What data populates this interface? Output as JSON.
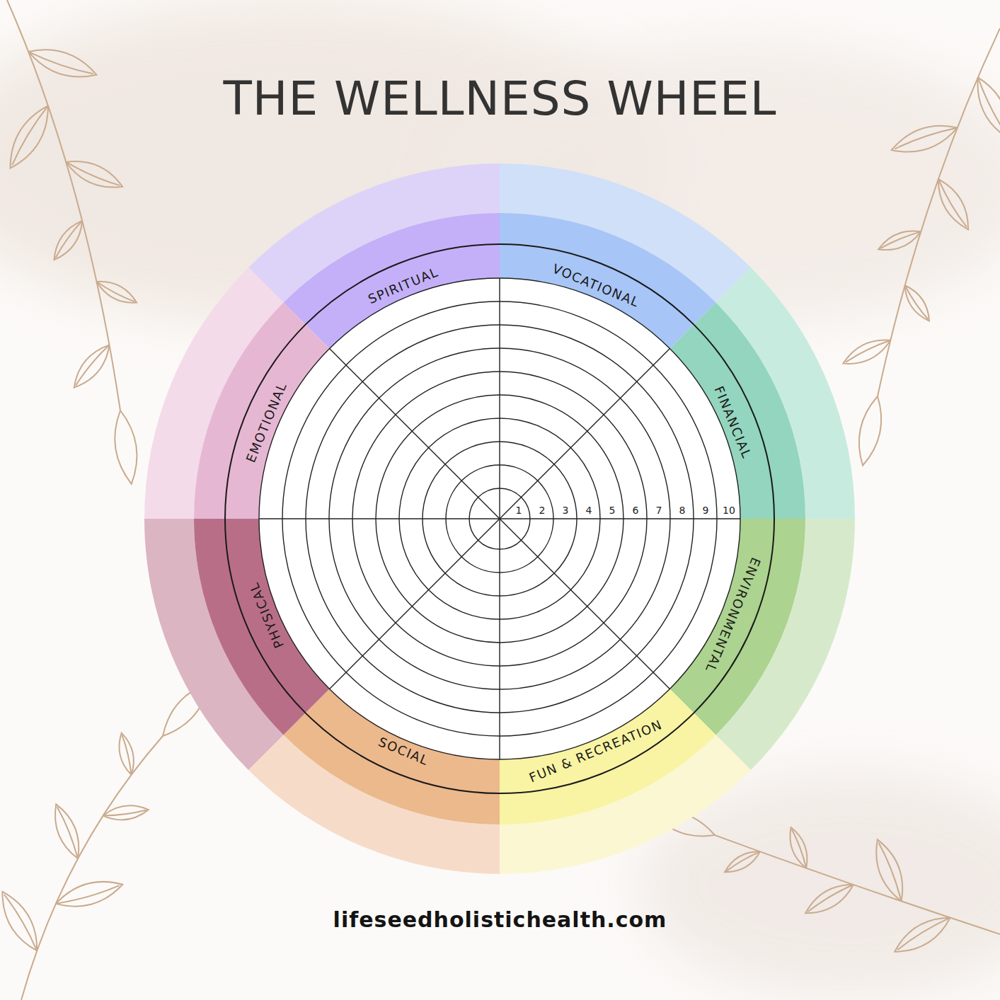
{
  "diagram": {
    "title": "THE WELLNESS WHEEL",
    "caption": "lifeseedholistichealth.com",
    "nodes": [
      {
        "text": [
          "SPIRITUAL"
        ]
      },
      {
        "text": [
          "VOCATIONAL"
        ]
      },
      {
        "text": [
          "FINANCIAL"
        ]
      },
      {
        "text": [
          "ENVIRONMENTAL"
        ]
      },
      {
        "text": [
          "FUN & RECREATION"
        ]
      },
      {
        "text": [
          "SOCIAL"
        ]
      },
      {
        "text": [
          "PHYSICAL"
        ]
      },
      {
        "text": [
          "EMOTIONAL"
        ]
      }
    ],
    "labels": [
      "1",
      "2",
      "3",
      "4",
      "5",
      "6",
      "7",
      "8",
      "9",
      "10"
    ]
  }
}
